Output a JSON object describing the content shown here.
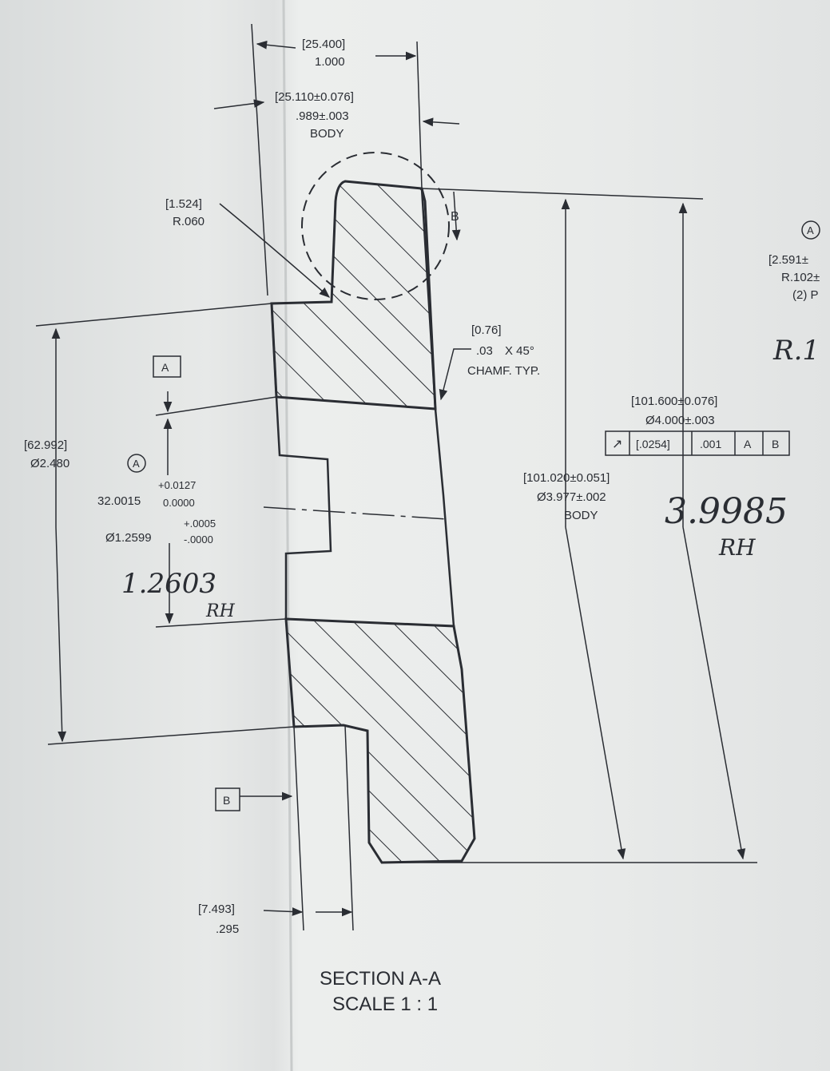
{
  "dimensions": {
    "overall_width": {
      "metric": "[25.400]",
      "inch": "1.000"
    },
    "body_width": {
      "metric": "[25.110±0.076]",
      "inch": ".989±.003",
      "note": "BODY"
    },
    "fillet_radius": {
      "metric": "[1.524]",
      "inch": "R.060"
    },
    "chamfer": {
      "metric": "[0.76]",
      "inch": ".03",
      "angle": "X 45°",
      "note": "CHAMF. TYP."
    },
    "outer_diameter": {
      "metric": "[101.600±0.076]",
      "inch": "Ø4.000±.003"
    },
    "body_diameter": {
      "metric": "[101.020±0.051]",
      "inch": "Ø3.977±.002",
      "note": "BODY"
    },
    "hub_diameter": {
      "metric": "[62.992]",
      "inch": "Ø2.480"
    },
    "bore_diameter": {
      "metric_nominal": "32.0015",
      "metric_upper": "+0.0127",
      "metric_lower": "0.0000",
      "inch_nominal": "Ø1.2599",
      "inch_upper": "+.0005",
      "inch_lower": "-.0000"
    },
    "step_depth": {
      "metric": "[7.493]",
      "inch": ".295"
    },
    "side_radius": {
      "metric": "[2.591±",
      "inch": "R.102±",
      "count": "(2) P"
    }
  },
  "datums": {
    "a": "A",
    "b": "B",
    "section_cut": "B"
  },
  "balloon": {
    "label": "A"
  },
  "tolerance_frame": {
    "symbol": "↗",
    "metric_value": "[.0254]",
    "inch_value": ".001",
    "datum_1": "A",
    "datum_2": "B"
  },
  "handwritten": {
    "od_note": "3.9985",
    "od_initials": "RH",
    "bore_note": "1.2603",
    "bore_initials": "RH",
    "radius_note": "R.1"
  },
  "title": {
    "line1": "SECTION A-A",
    "line2": "SCALE 1 : 1"
  }
}
